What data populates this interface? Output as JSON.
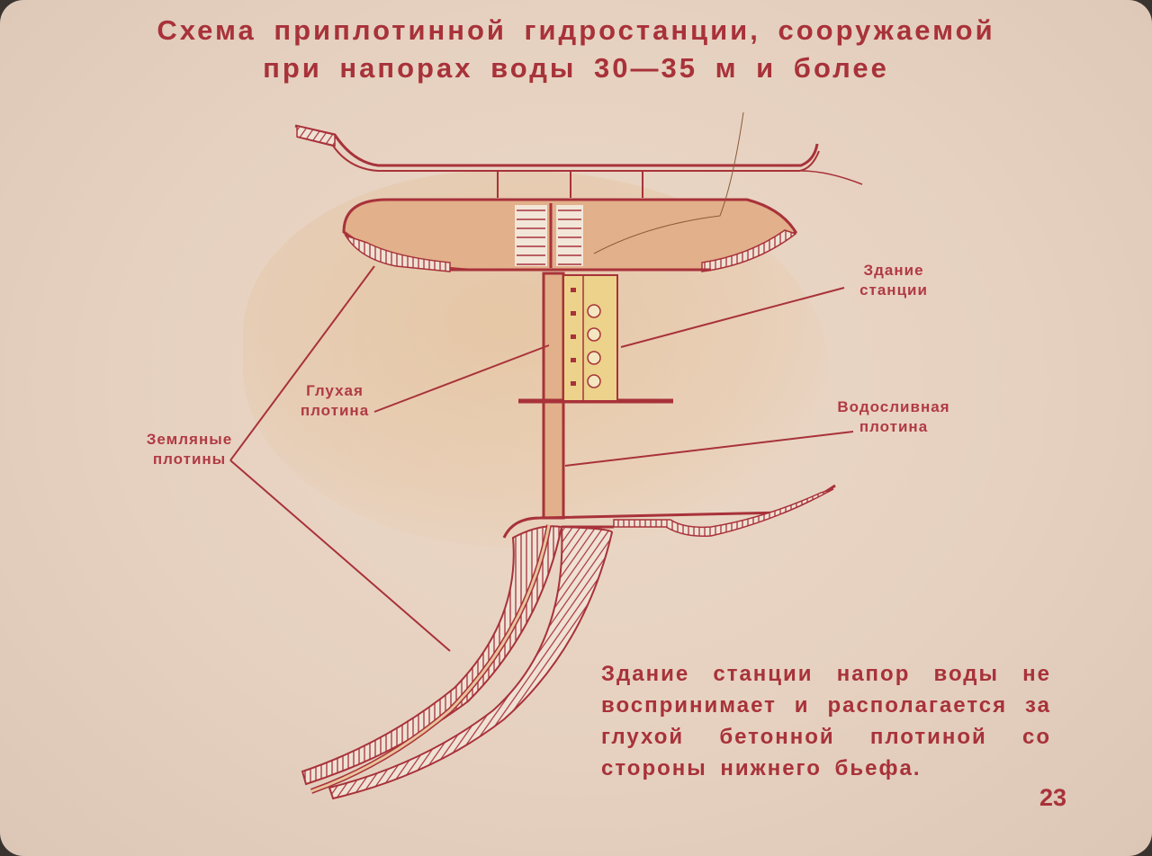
{
  "title_line1": "Схема приплотинной гидростанции, сооружаемой",
  "title_line2": "при напорах воды 30—35 м и более",
  "labels": {
    "station_building": [
      "Здание",
      "станции"
    ],
    "blind_dam": [
      "Глухая",
      "плотина"
    ],
    "spillway_dam": [
      "Водосливная",
      "плотина"
    ],
    "earth_dams": [
      "Земляные",
      "плотины"
    ]
  },
  "caption": "Здание станции напор воды не воспринимает и располагается за глухой бетонной плотиной со стороны нижнего бьефа.",
  "page_number": "23",
  "colors": {
    "ink": "#a8323a",
    "paper": "#e6d1c0",
    "fill": "#e2b08a",
    "building": "#ecd28a"
  }
}
